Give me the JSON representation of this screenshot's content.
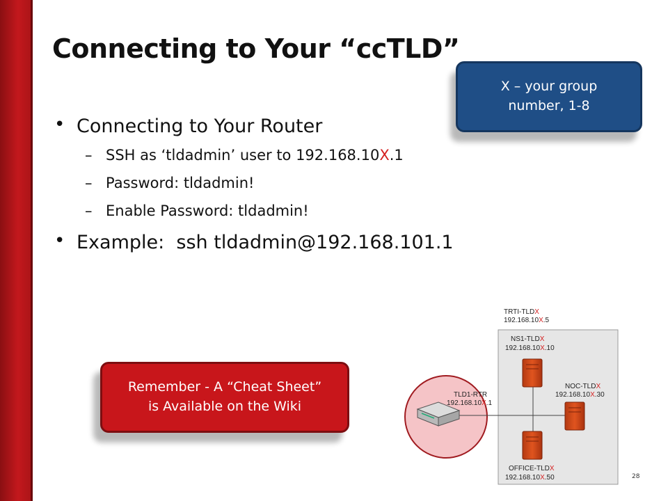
{
  "slide": {
    "title": "Connecting to Your “ccTLD”",
    "page_number": "28",
    "bullets": [
      {
        "text": "Connecting to Your Router",
        "subitems": [
          {
            "pre": "SSH as ‘tldadmin’ user to 192.168.10",
            "highlight": "X",
            "post": ".1"
          },
          {
            "text": "Password: tldadmin!"
          },
          {
            "text": "Enable Password: tldadmin!"
          }
        ]
      },
      {
        "text": "Example:  ssh tldadmin@192.168.101.1"
      }
    ]
  },
  "callouts": {
    "group": {
      "line1": "X – your group",
      "line2": "number, 1-8"
    },
    "cheat_sheet": {
      "line1": "Remember - A “Cheat Sheet”",
      "line2": "is Available on the Wiki"
    }
  },
  "diagram": {
    "container": {
      "name_pre": "TRTI-TLD",
      "name_x": "X",
      "ip_pre": "192.168.10",
      "ip_x": "X",
      "ip_post": ".5"
    },
    "router": {
      "name_pre": "TLD1-RTR",
      "ip_pre": "192.168.10",
      "ip_x": "X",
      "ip_post": ".1"
    },
    "servers": [
      {
        "name_pre": "NS1-TLD",
        "name_x": "X",
        "ip_pre": "192.168.10",
        "ip_x": "X",
        "ip_post": ".10"
      },
      {
        "name_pre": "NOC-TLD",
        "name_x": "X",
        "ip_pre": "192.168.10",
        "ip_x": "X",
        "ip_post": ".30"
      },
      {
        "name_pre": "OFFICE-TLD",
        "name_x": "X",
        "ip_pre": "192.168.10",
        "ip_x": "X",
        "ip_post": ".50"
      }
    ]
  },
  "colors": {
    "accent_red": "#c8161b",
    "callout_blue": "#1f4e86",
    "highlight_x": "#d42020",
    "server_orange": "#e0541f"
  }
}
